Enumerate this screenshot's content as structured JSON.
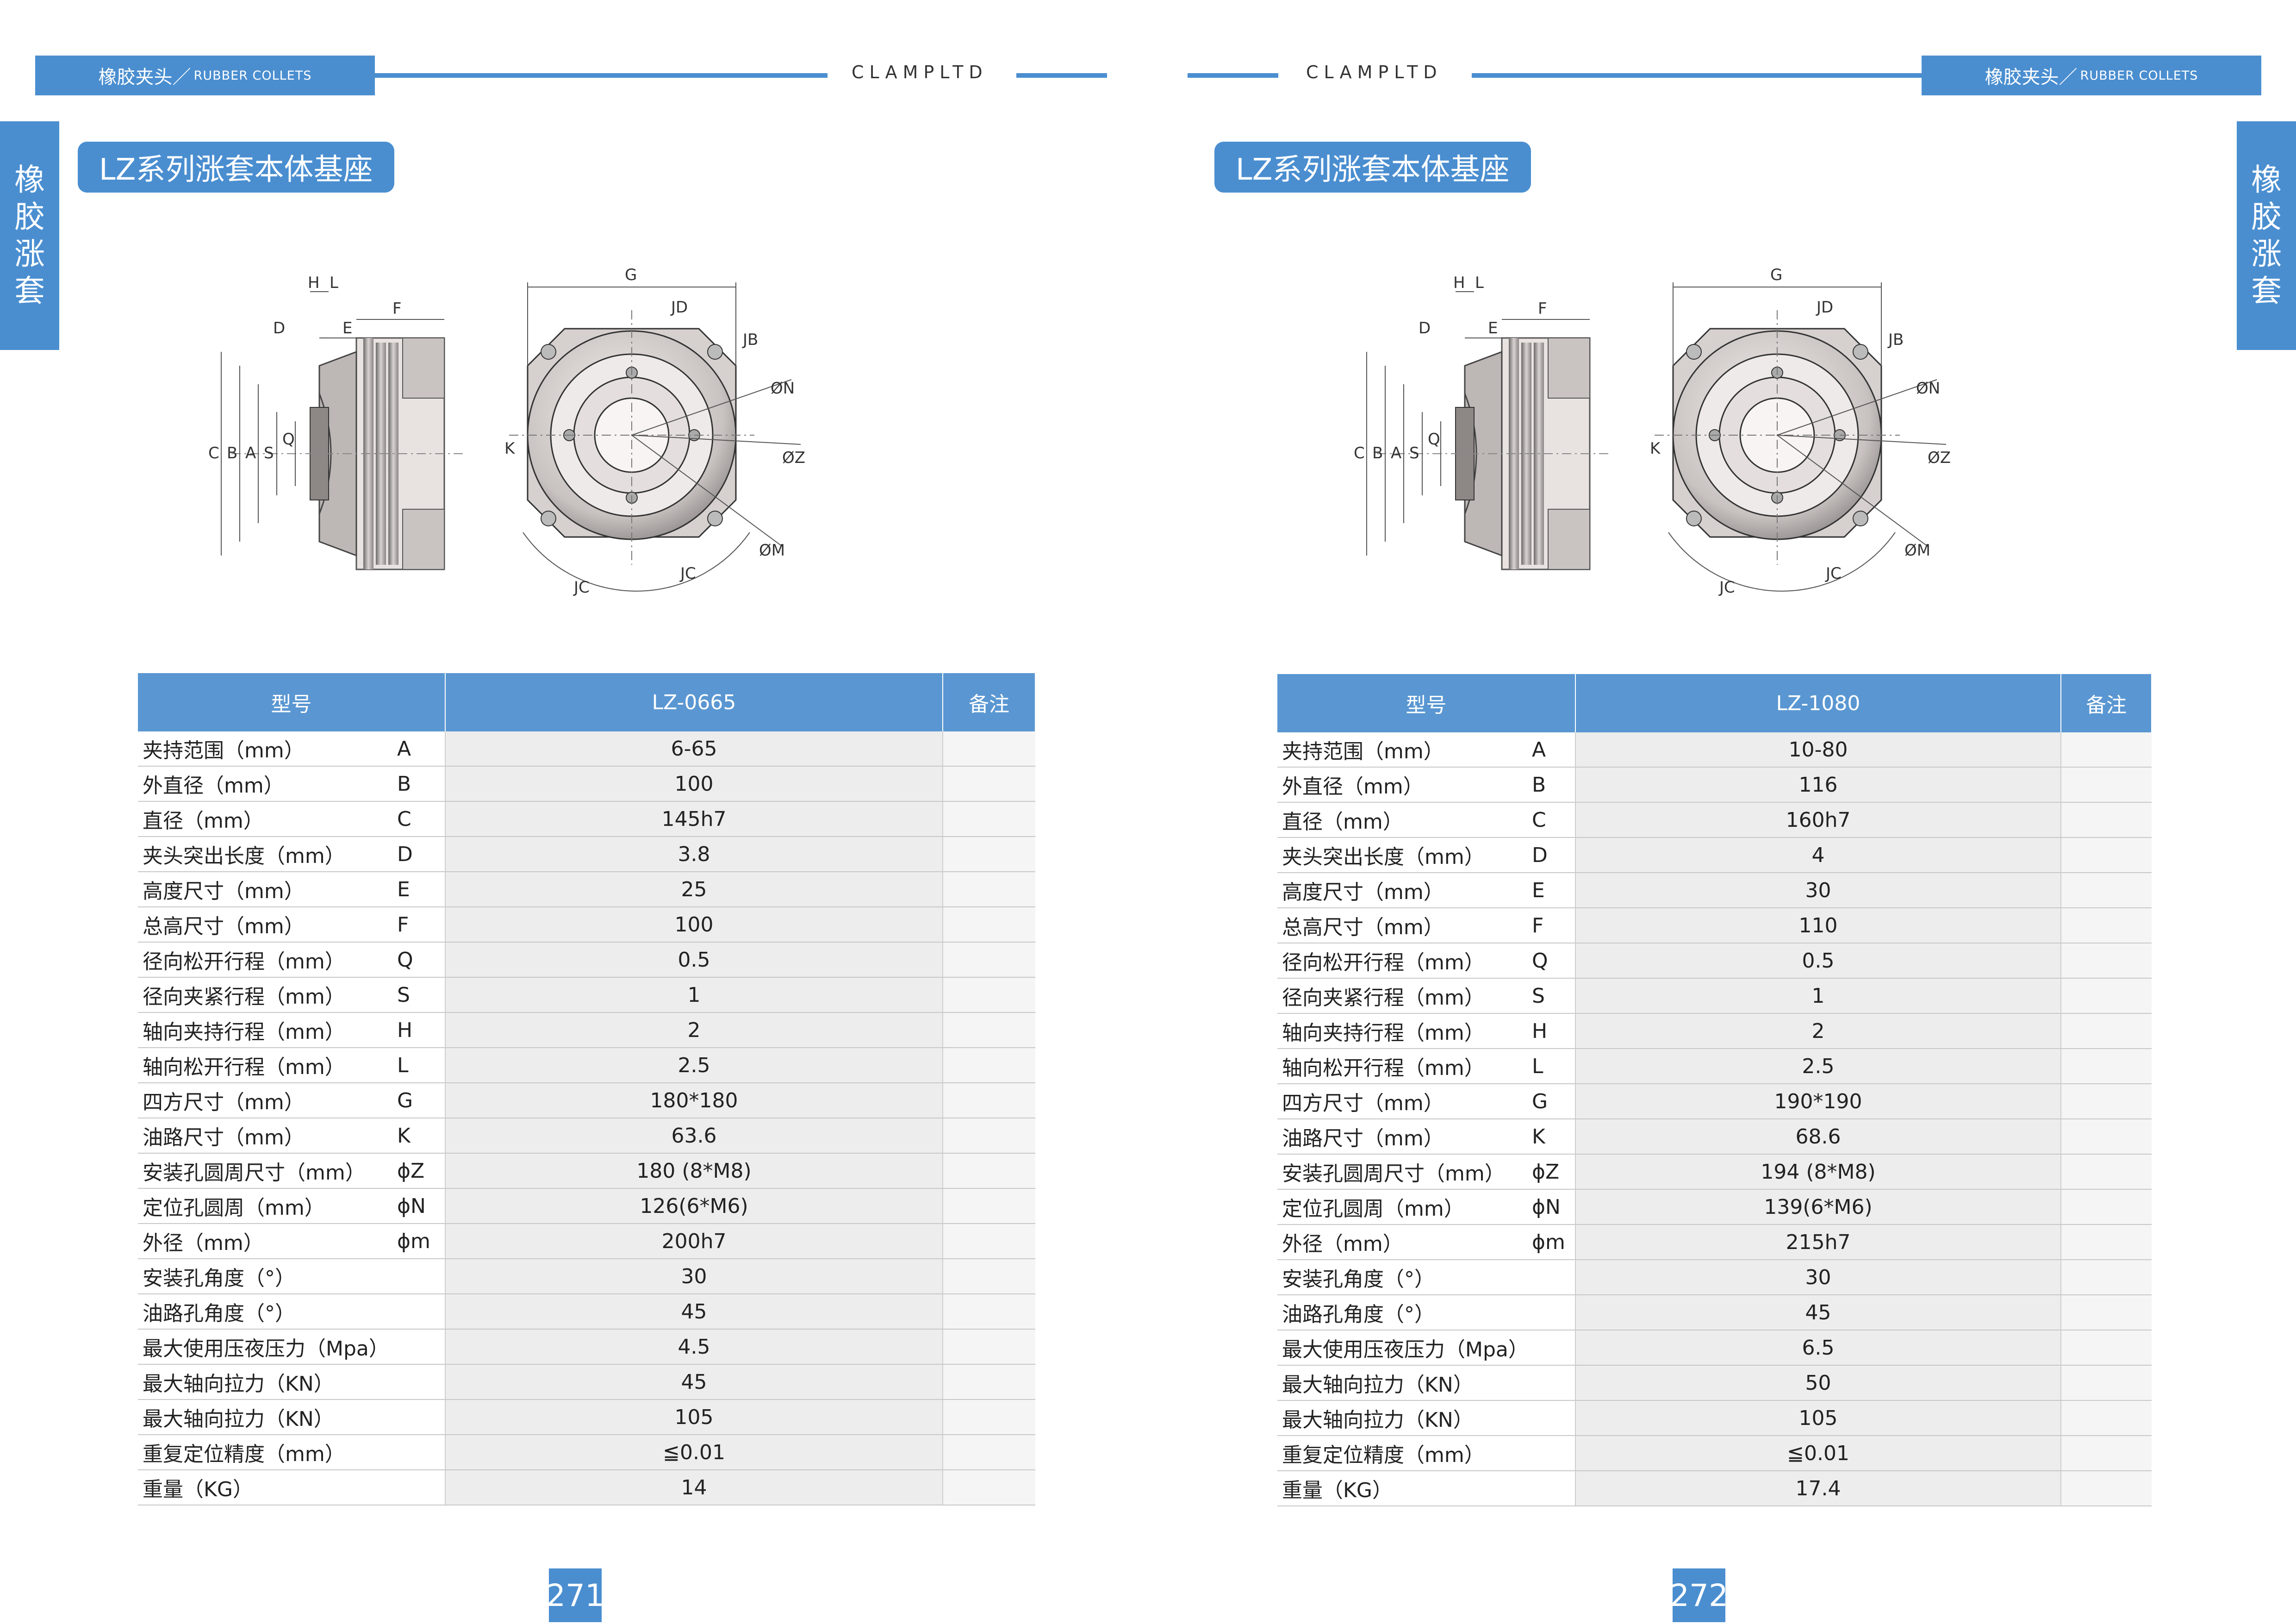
{
  "header": {
    "section_cn": "橡胶夹头／",
    "section_en": "RUBBER COLLETS",
    "logo": "CLAMPLTD"
  },
  "side_tab": [
    "橡",
    "胶",
    "涨",
    "套"
  ],
  "pages": [
    {
      "title": "LZ系列涨套本体基座",
      "page_number": "271",
      "table": {
        "col_model": "型号",
        "col_value": "LZ-0665",
        "col_note": "备注",
        "rows": [
          {
            "param": "夹持范围（mm）",
            "sym": "A",
            "value": "6-65"
          },
          {
            "param": "外直径（mm）",
            "sym": "B",
            "value": "100"
          },
          {
            "param": "直径（mm）",
            "sym": "C",
            "value": "145h7"
          },
          {
            "param": "夹头突出长度（mm）",
            "sym": "D",
            "value": "3.8"
          },
          {
            "param": "高度尺寸（mm）",
            "sym": "E",
            "value": "25"
          },
          {
            "param": "总高尺寸（mm）",
            "sym": "F",
            "value": "100"
          },
          {
            "param": "径向松开行程（mm）",
            "sym": "Q",
            "value": "0.5"
          },
          {
            "param": "径向夹紧行程（mm）",
            "sym": "S",
            "value": "1"
          },
          {
            "param": "轴向夹持行程（mm）",
            "sym": "H",
            "value": "2"
          },
          {
            "param": "轴向松开行程（mm）",
            "sym": "L",
            "value": "2.5"
          },
          {
            "param": "四方尺寸（mm）",
            "sym": "G",
            "value": "180*180"
          },
          {
            "param": "油路尺寸（mm）",
            "sym": "K",
            "value": "63.6"
          },
          {
            "param": "安装孔圆周尺寸（mm）",
            "sym": "ϕZ",
            "value": "180 (8*M8)"
          },
          {
            "param": "定位孔圆周（mm）",
            "sym": "ϕN",
            "value": "126(6*M6)"
          },
          {
            "param": "外径（mm）",
            "sym": "ϕm",
            "value": "200h7"
          },
          {
            "param": "安装孔角度（°）",
            "sym": "",
            "value": "30"
          },
          {
            "param": "油路孔角度（°）",
            "sym": "",
            "value": "45"
          },
          {
            "param": "最大使用压夜压力（Mpa）",
            "sym": "",
            "value": "4.5"
          },
          {
            "param": "最大轴向拉力（KN）",
            "sym": "",
            "value": "45"
          },
          {
            "param": "最大轴向拉力（KN）",
            "sym": "",
            "value": "105"
          },
          {
            "param": "重复定位精度（mm）",
            "sym": "",
            "value": "≦0.01"
          },
          {
            "param": "重量（KG）",
            "sym": "",
            "value": "14"
          }
        ]
      }
    },
    {
      "title": "LZ系列涨套本体基座",
      "page_number": "272",
      "table": {
        "col_model": "型号",
        "col_value": "LZ-1080",
        "col_note": "备注",
        "rows": [
          {
            "param": "夹持范围（mm）",
            "sym": "A",
            "value": "10-80"
          },
          {
            "param": "外直径（mm）",
            "sym": "B",
            "value": "116"
          },
          {
            "param": "直径（mm）",
            "sym": "C",
            "value": "160h7"
          },
          {
            "param": "夹头突出长度（mm）",
            "sym": "D",
            "value": "4"
          },
          {
            "param": "高度尺寸（mm）",
            "sym": "E",
            "value": "30"
          },
          {
            "param": "总高尺寸（mm）",
            "sym": "F",
            "value": "110"
          },
          {
            "param": "径向松开行程（mm）",
            "sym": "Q",
            "value": "0.5"
          },
          {
            "param": "径向夹紧行程（mm）",
            "sym": "S",
            "value": "1"
          },
          {
            "param": "轴向夹持行程（mm）",
            "sym": "H",
            "value": "2"
          },
          {
            "param": "轴向松开行程（mm）",
            "sym": "L",
            "value": "2.5"
          },
          {
            "param": "四方尺寸（mm）",
            "sym": "G",
            "value": "190*190"
          },
          {
            "param": "油路尺寸（mm）",
            "sym": "K",
            "value": "68.6"
          },
          {
            "param": "安装孔圆周尺寸（mm）",
            "sym": "ϕZ",
            "value": "194 (8*M8)"
          },
          {
            "param": "定位孔圆周（mm）",
            "sym": "ϕN",
            "value": "139(6*M6)"
          },
          {
            "param": "外径（mm）",
            "sym": "ϕm",
            "value": "215h7"
          },
          {
            "param": "安装孔角度（°）",
            "sym": "",
            "value": "30"
          },
          {
            "param": "油路孔角度（°）",
            "sym": "",
            "value": "45"
          },
          {
            "param": "最大使用压夜压力（Mpa）",
            "sym": "",
            "value": "6.5"
          },
          {
            "param": "最大轴向拉力（KN）",
            "sym": "",
            "value": "50"
          },
          {
            "param": "最大轴向拉力（KN）",
            "sym": "",
            "value": "105"
          },
          {
            "param": "重复定位精度（mm）",
            "sym": "",
            "value": "≦0.01"
          },
          {
            "param": "重量（KG）",
            "sym": "",
            "value": "17.4"
          }
        ]
      }
    }
  ],
  "drawing_labels": {
    "side": [
      "H",
      "L",
      "F",
      "D",
      "E",
      "C",
      "B",
      "A",
      "S",
      "Q"
    ],
    "front": [
      "G",
      "JD",
      "JB",
      "ØN",
      "ØZ",
      "ØM",
      "K",
      "JC",
      "JC"
    ]
  },
  "colors": {
    "accent": "#4a8ed0",
    "table_header": "#5a97d2"
  }
}
